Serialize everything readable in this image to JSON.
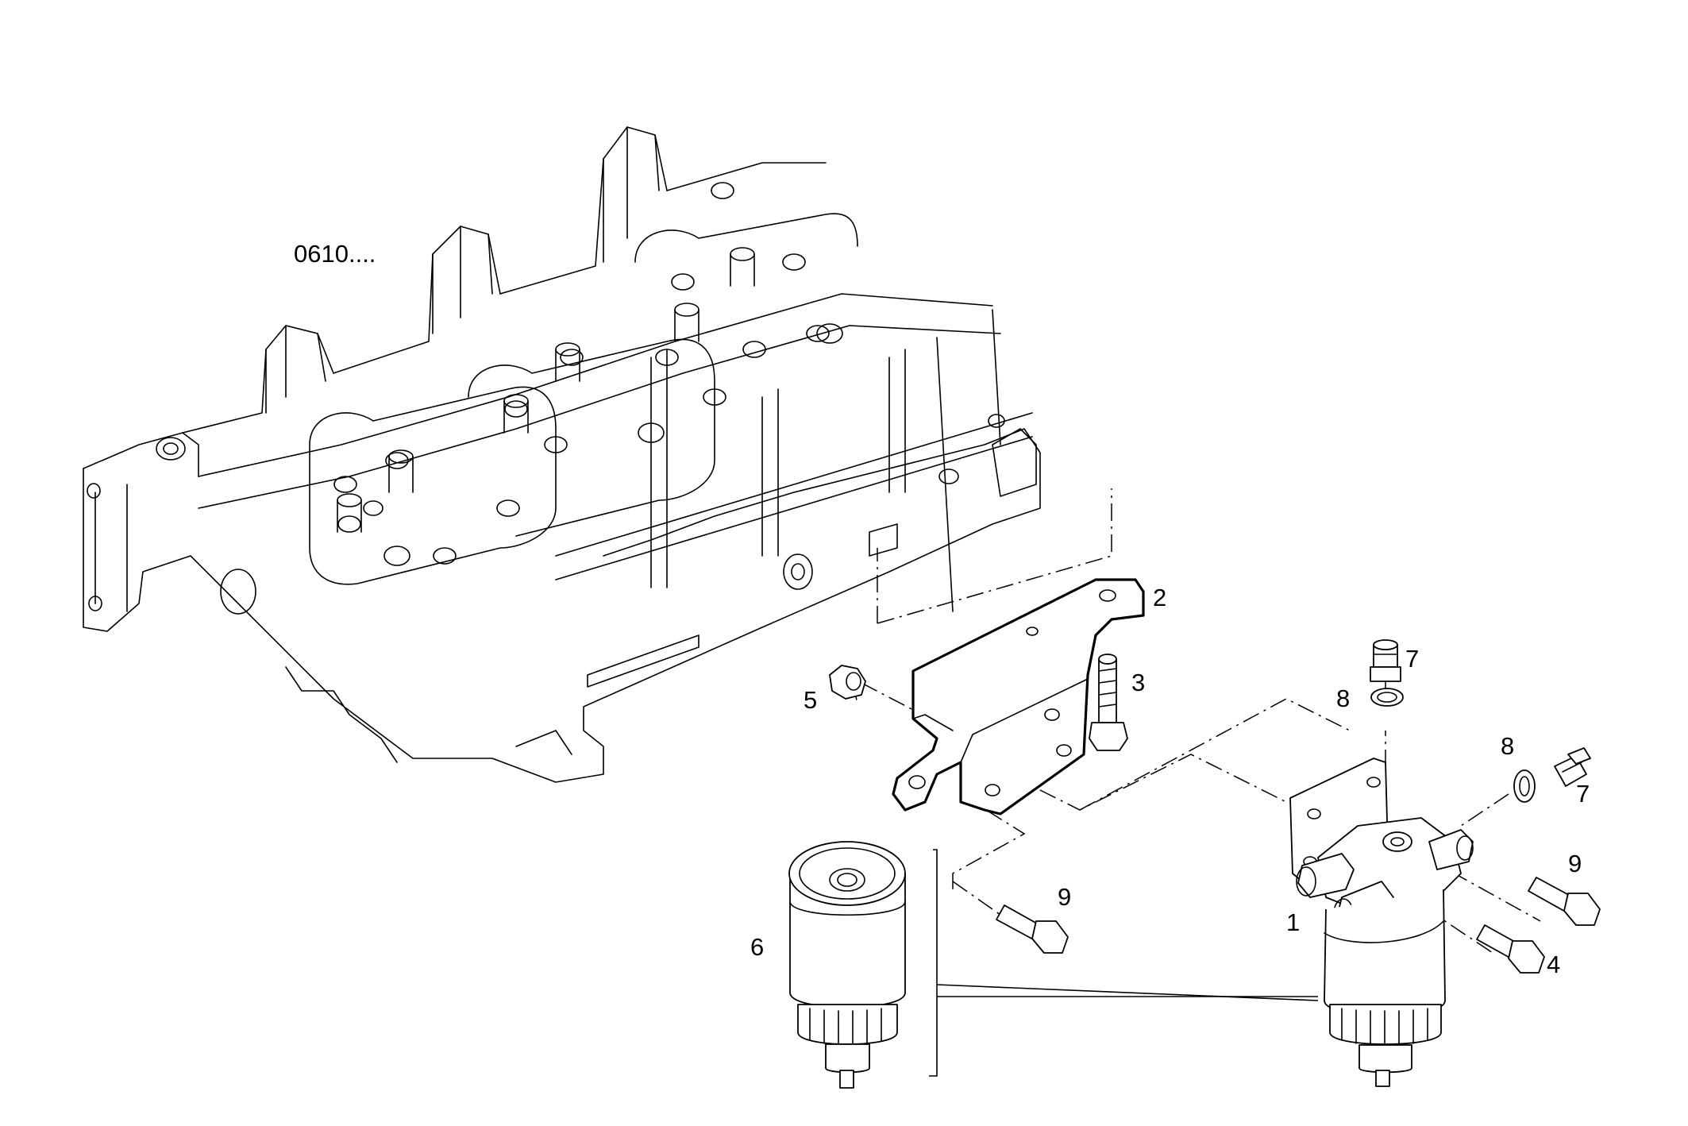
{
  "reference_label": "0610....",
  "callouts": [
    {
      "id": "c2",
      "text": "2"
    },
    {
      "id": "c3",
      "text": "3"
    },
    {
      "id": "c5",
      "text": "5"
    },
    {
      "id": "c7a",
      "text": "7"
    },
    {
      "id": "c8a",
      "text": "8"
    },
    {
      "id": "c8b",
      "text": "8"
    },
    {
      "id": "c7b",
      "text": "7"
    },
    {
      "id": "c9a",
      "text": "9"
    },
    {
      "id": "c9b",
      "text": "9"
    },
    {
      "id": "c1",
      "text": "1"
    },
    {
      "id": "c4",
      "text": "4"
    },
    {
      "id": "c6",
      "text": "6"
    }
  ]
}
